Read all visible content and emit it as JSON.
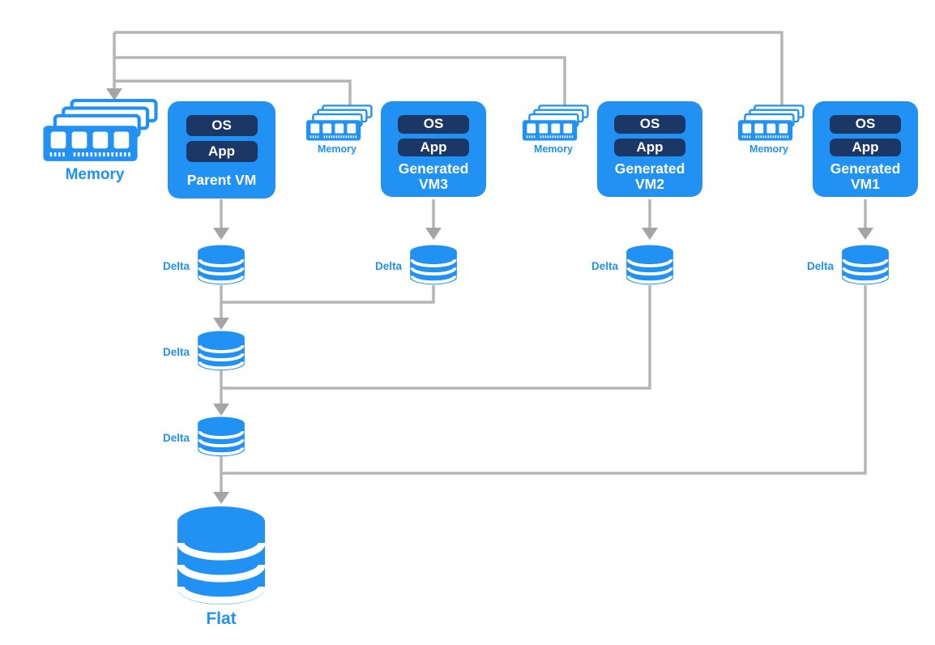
{
  "diagram": {
    "type": "vm-memory-delta-disk-chain",
    "colors": {
      "accent_blue": "#2192F3",
      "dark_navy": "#1B3766",
      "connector_gray": "#B5B5B5",
      "arrowhead_gray": "#A5A5A5",
      "text_white": "#FFFFFF"
    },
    "vms": [
      {
        "os_label": "OS",
        "app_label": "App",
        "name_line1": "Parent VM",
        "name_line2": "",
        "memory_label": "Memory"
      },
      {
        "os_label": "OS",
        "app_label": "App",
        "name_line1": "Generated",
        "name_line2": "VM3",
        "memory_label": "Memory"
      },
      {
        "os_label": "OS",
        "app_label": "App",
        "name_line1": "Generated",
        "name_line2": "VM2",
        "memory_label": "Memory"
      },
      {
        "os_label": "OS",
        "app_label": "App",
        "name_line1": "Generated",
        "name_line2": "VM1",
        "memory_label": "Memory"
      }
    ],
    "disks": {
      "delta_label": "Delta",
      "flat_label": "Flat"
    }
  }
}
